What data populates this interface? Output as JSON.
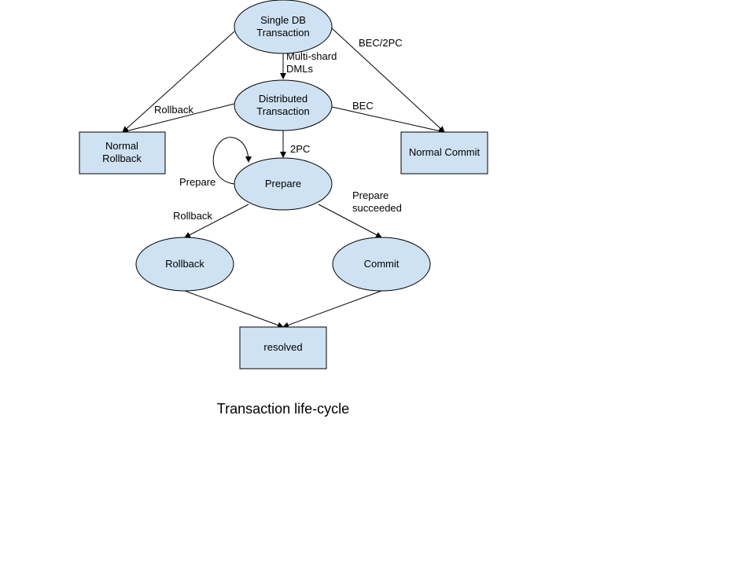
{
  "title": "Transaction life-cycle",
  "nodes": {
    "single_db": {
      "lines": [
        "Single DB",
        "Transaction"
      ]
    },
    "distributed": {
      "lines": [
        "Distributed",
        "Transaction"
      ]
    },
    "normal_rollback": {
      "lines": [
        "Normal",
        "Rollback"
      ]
    },
    "normal_commit": {
      "lines": [
        "Normal Commit"
      ]
    },
    "prepare": {
      "lines": [
        "Prepare"
      ]
    },
    "rollback": {
      "lines": [
        "Rollback"
      ]
    },
    "commit": {
      "lines": [
        "Commit"
      ]
    },
    "resolved": {
      "lines": [
        "resolved"
      ]
    }
  },
  "edges": {
    "bec_2pc": {
      "lines": [
        "BEC/2PC"
      ]
    },
    "multi_shard": {
      "lines": [
        "Multi-shard",
        "DMLs"
      ]
    },
    "rollback_from_distributed": {
      "lines": [
        "Rollback"
      ]
    },
    "bec": {
      "lines": [
        "BEC"
      ]
    },
    "two_pc": {
      "lines": [
        "2PC"
      ]
    },
    "prepare_loop": {
      "lines": [
        "Prepare"
      ]
    },
    "rollback_from_prepare": {
      "lines": [
        "Rollback"
      ]
    },
    "prepare_succeeded": {
      "lines": [
        "Prepare",
        "succeeded"
      ]
    }
  },
  "colors": {
    "node_fill": "#cfe2f3",
    "stroke": "#000000"
  }
}
